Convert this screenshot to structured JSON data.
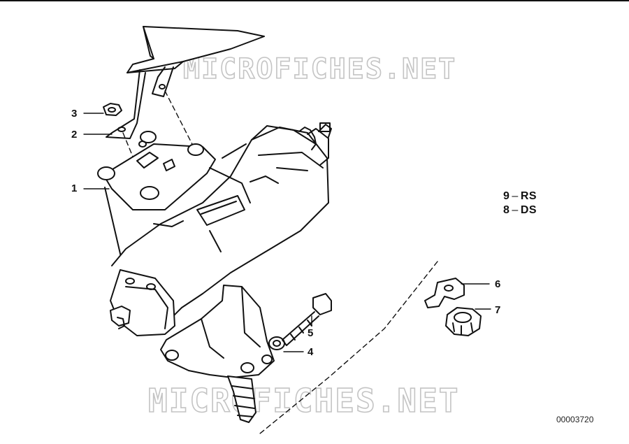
{
  "watermarks": [
    "MICROFICHES.NET",
    "MICROFICHES.NET"
  ],
  "callouts": [
    {
      "number": "1",
      "part": "steering-box"
    },
    {
      "number": "2",
      "part": "bracket"
    },
    {
      "number": "3",
      "part": "nut"
    },
    {
      "number": "4",
      "part": "washer"
    },
    {
      "number": "5",
      "part": "bolt"
    },
    {
      "number": "6",
      "part": "lock-plate"
    },
    {
      "number": "7",
      "part": "castle-nut"
    }
  ],
  "legend": [
    {
      "number": "9",
      "code": "RS"
    },
    {
      "number": "8",
      "code": "DS"
    }
  ],
  "legend_separator": "–",
  "reference_number": "00003720",
  "colors": {
    "line": "#111111",
    "watermark": "#c4c4c4",
    "background": "#ffffff"
  }
}
